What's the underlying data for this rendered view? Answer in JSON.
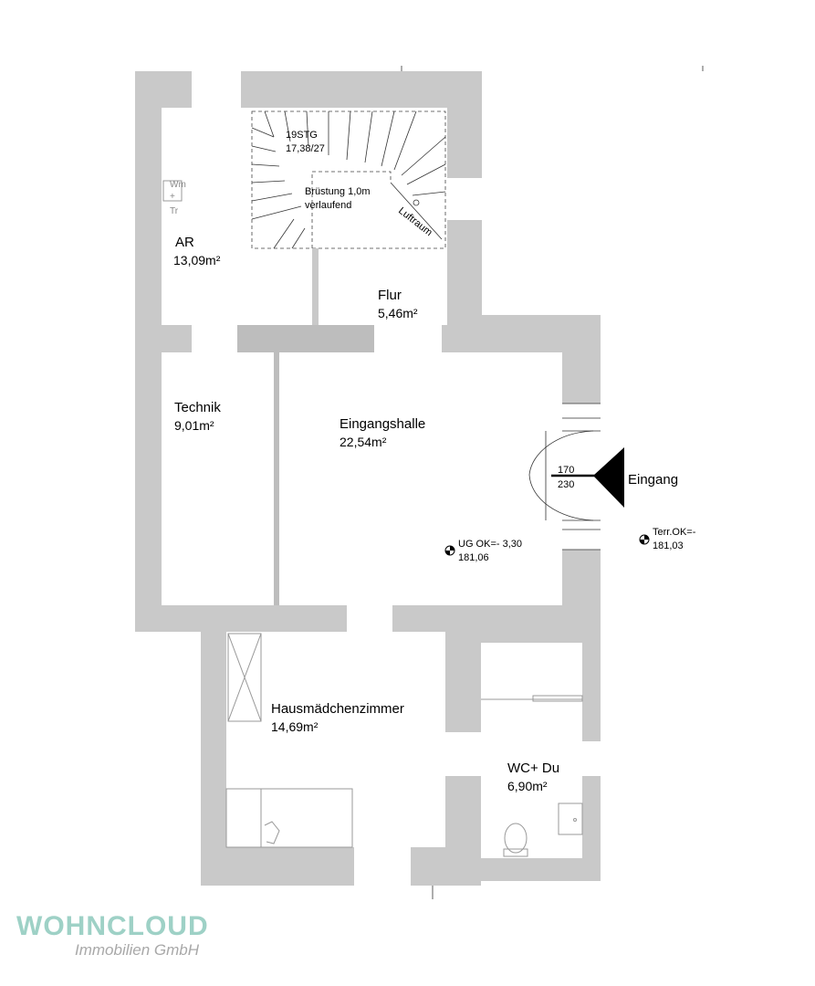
{
  "rooms": {
    "ar": {
      "name": "AR",
      "area": "13,09m²"
    },
    "flur": {
      "name": "Flur",
      "area": "5,46m²"
    },
    "technik": {
      "name": "Technik",
      "area": "9,01m²"
    },
    "eingangshalle": {
      "name": "Eingangshalle",
      "area": "22,54m²"
    },
    "hausmaedchen": {
      "name": "Hausmädchenzimmer",
      "area": "14,69m²"
    },
    "wc": {
      "name": "WC+ Du",
      "area": "6,90m²"
    }
  },
  "stair": {
    "steps": "19STG",
    "ratio": "17,38/27",
    "railing_line1": "Brüstung 1,0m",
    "railing_line2": "verlaufend",
    "void": "Luftraum"
  },
  "appliance": {
    "line1": "Wm",
    "line2": "+",
    "line3": "Tr"
  },
  "entrance": {
    "label": "Eingang",
    "dim_top": "170",
    "dim_bottom": "230"
  },
  "levels": {
    "ug": {
      "line1": "UG OK=- 3,30",
      "line2": "181,06"
    },
    "terrace": {
      "line1": "Terr.OK=-",
      "line2": "181,03"
    }
  },
  "logo": {
    "brand": "WOHNCLOUD",
    "sub": "Immobilien GmbH",
    "color": "#9ed1c6"
  }
}
